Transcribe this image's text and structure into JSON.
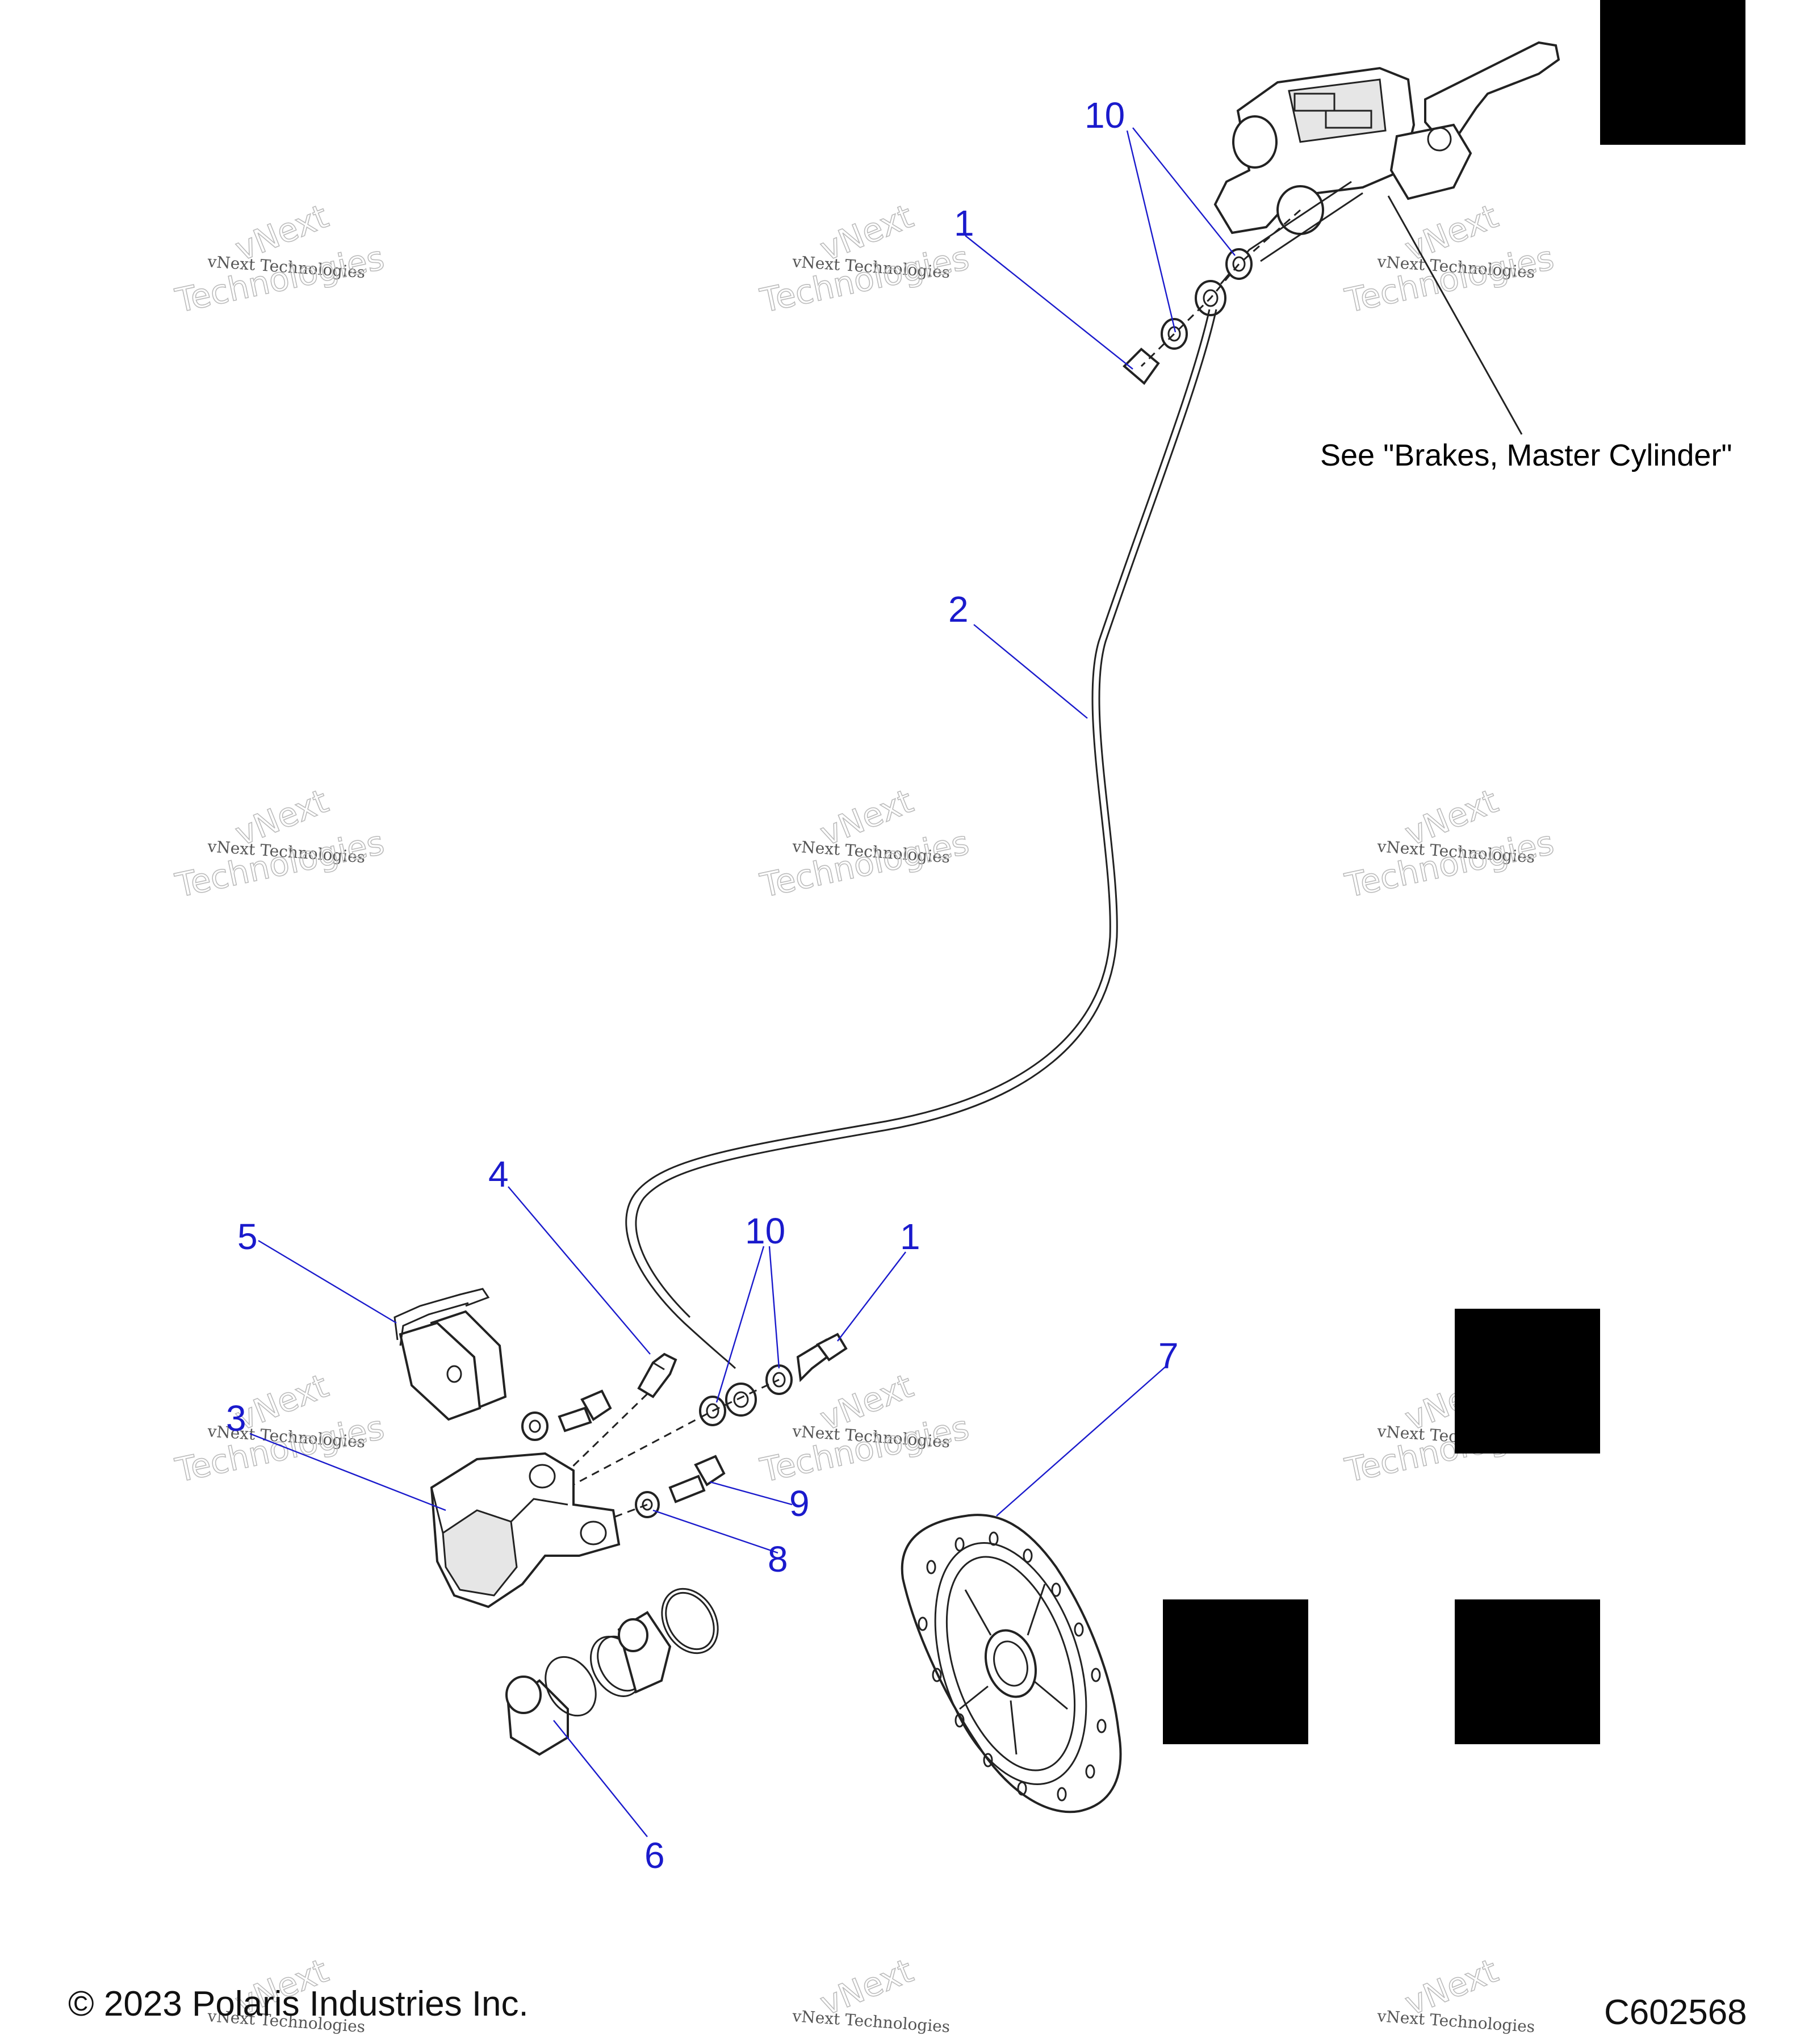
{
  "callouts": {
    "c1_top": "1",
    "c10_top": "10",
    "c2": "2",
    "c4": "4",
    "c5": "5",
    "c10_bottom": "10",
    "c1_bottom": "1",
    "c3": "3",
    "c7": "7",
    "c9": "9",
    "c8": "8",
    "c6": "6"
  },
  "reference_note": "See \"Brakes, Master Cylinder\"",
  "footer": {
    "copyright": "© 2023 Polaris Industries Inc.",
    "diagram_code": "C602568"
  },
  "watermark": {
    "line1": "vNext Technologies",
    "line2": "Technologies",
    "line3": "vNext"
  },
  "colors": {
    "callout": "#1a1acc",
    "line_art": "#222222",
    "mask": "#000000"
  }
}
